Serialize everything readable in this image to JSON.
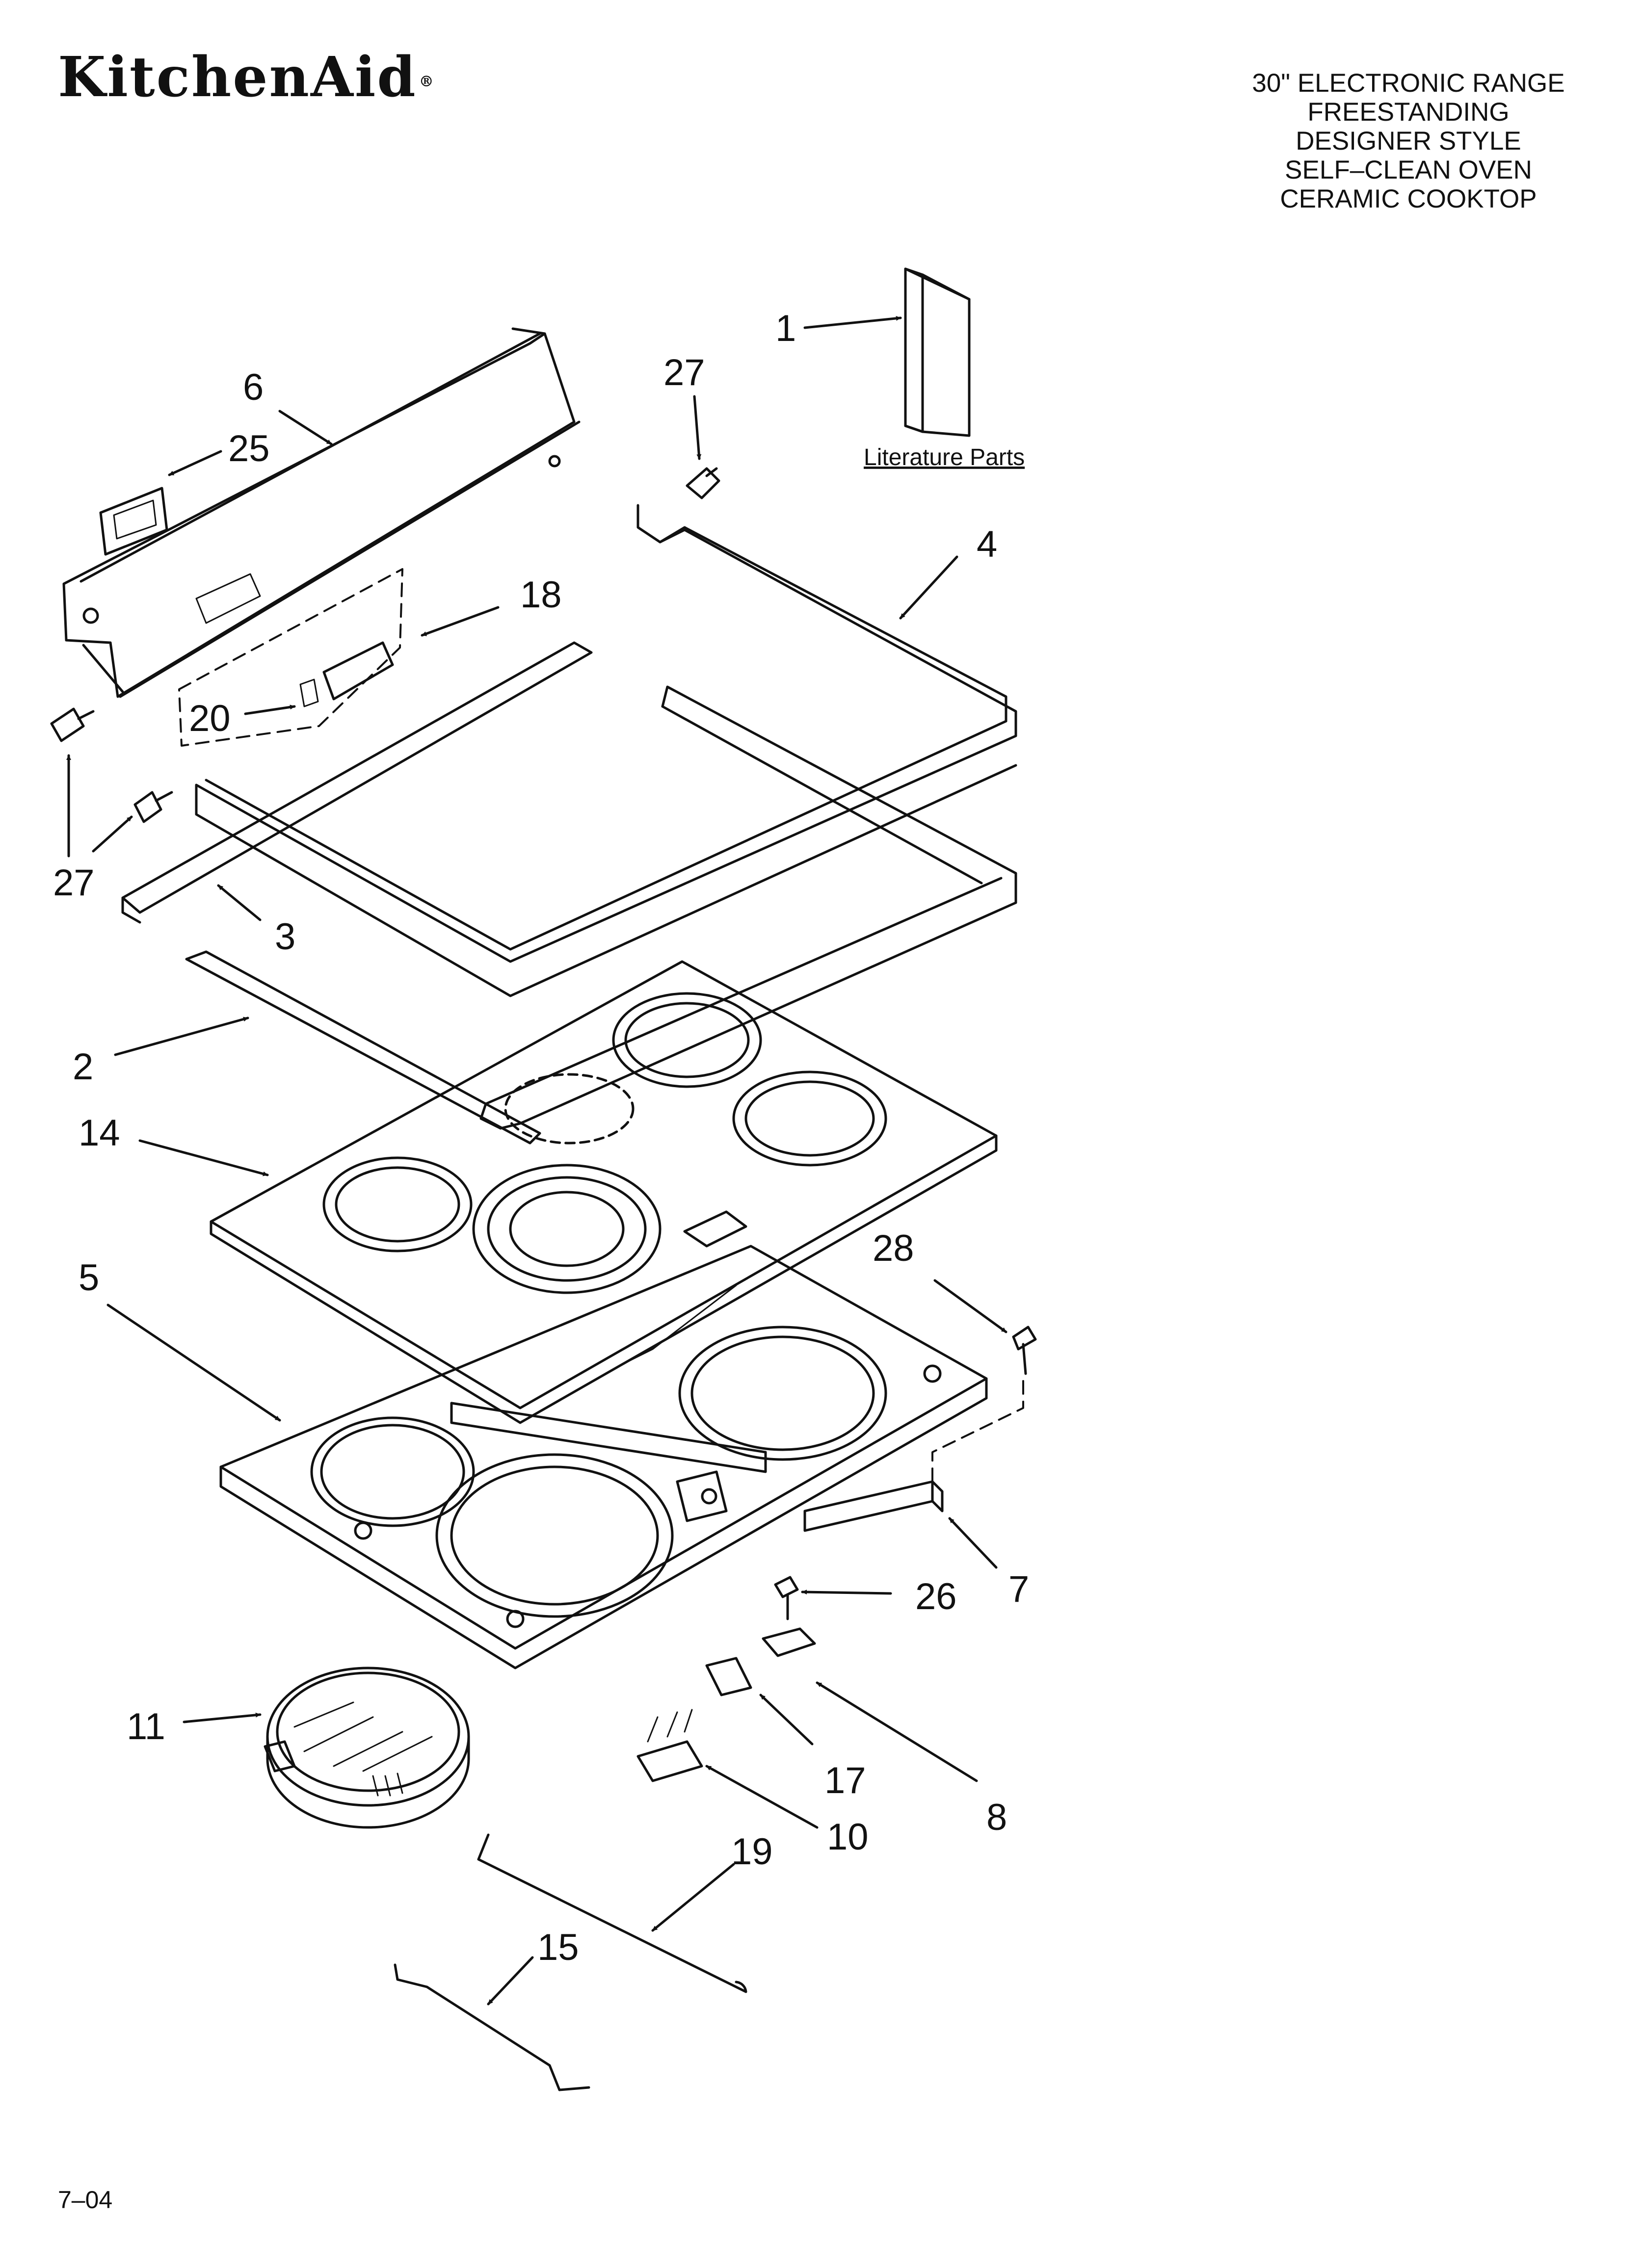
{
  "brand": {
    "name": "KitchenAid",
    "registered": "®"
  },
  "title_lines": [
    "30\" ELECTRONIC RANGE",
    "FREESTANDING",
    "DESIGNER STYLE",
    "SELF–CLEAN OVEN",
    "CERAMIC COOKTOP"
  ],
  "literature_label": "Literature Parts",
  "footer_code": "7–04",
  "callouts": [
    {
      "id": "c1",
      "label": "1"
    },
    {
      "id": "c27a",
      "label": "27"
    },
    {
      "id": "c6",
      "label": "6"
    },
    {
      "id": "c25",
      "label": "25"
    },
    {
      "id": "c4",
      "label": "4"
    },
    {
      "id": "c18",
      "label": "18"
    },
    {
      "id": "c20",
      "label": "20"
    },
    {
      "id": "c27b",
      "label": "27"
    },
    {
      "id": "c3",
      "label": "3"
    },
    {
      "id": "c2",
      "label": "2"
    },
    {
      "id": "c14",
      "label": "14"
    },
    {
      "id": "c5",
      "label": "5"
    },
    {
      "id": "c28",
      "label": "28"
    },
    {
      "id": "c7",
      "label": "7"
    },
    {
      "id": "c26",
      "label": "26"
    },
    {
      "id": "c11",
      "label": "11"
    },
    {
      "id": "c17",
      "label": "17"
    },
    {
      "id": "c8",
      "label": "8"
    },
    {
      "id": "c10",
      "label": "10"
    },
    {
      "id": "c19",
      "label": "19"
    },
    {
      "id": "c15",
      "label": "15"
    }
  ]
}
